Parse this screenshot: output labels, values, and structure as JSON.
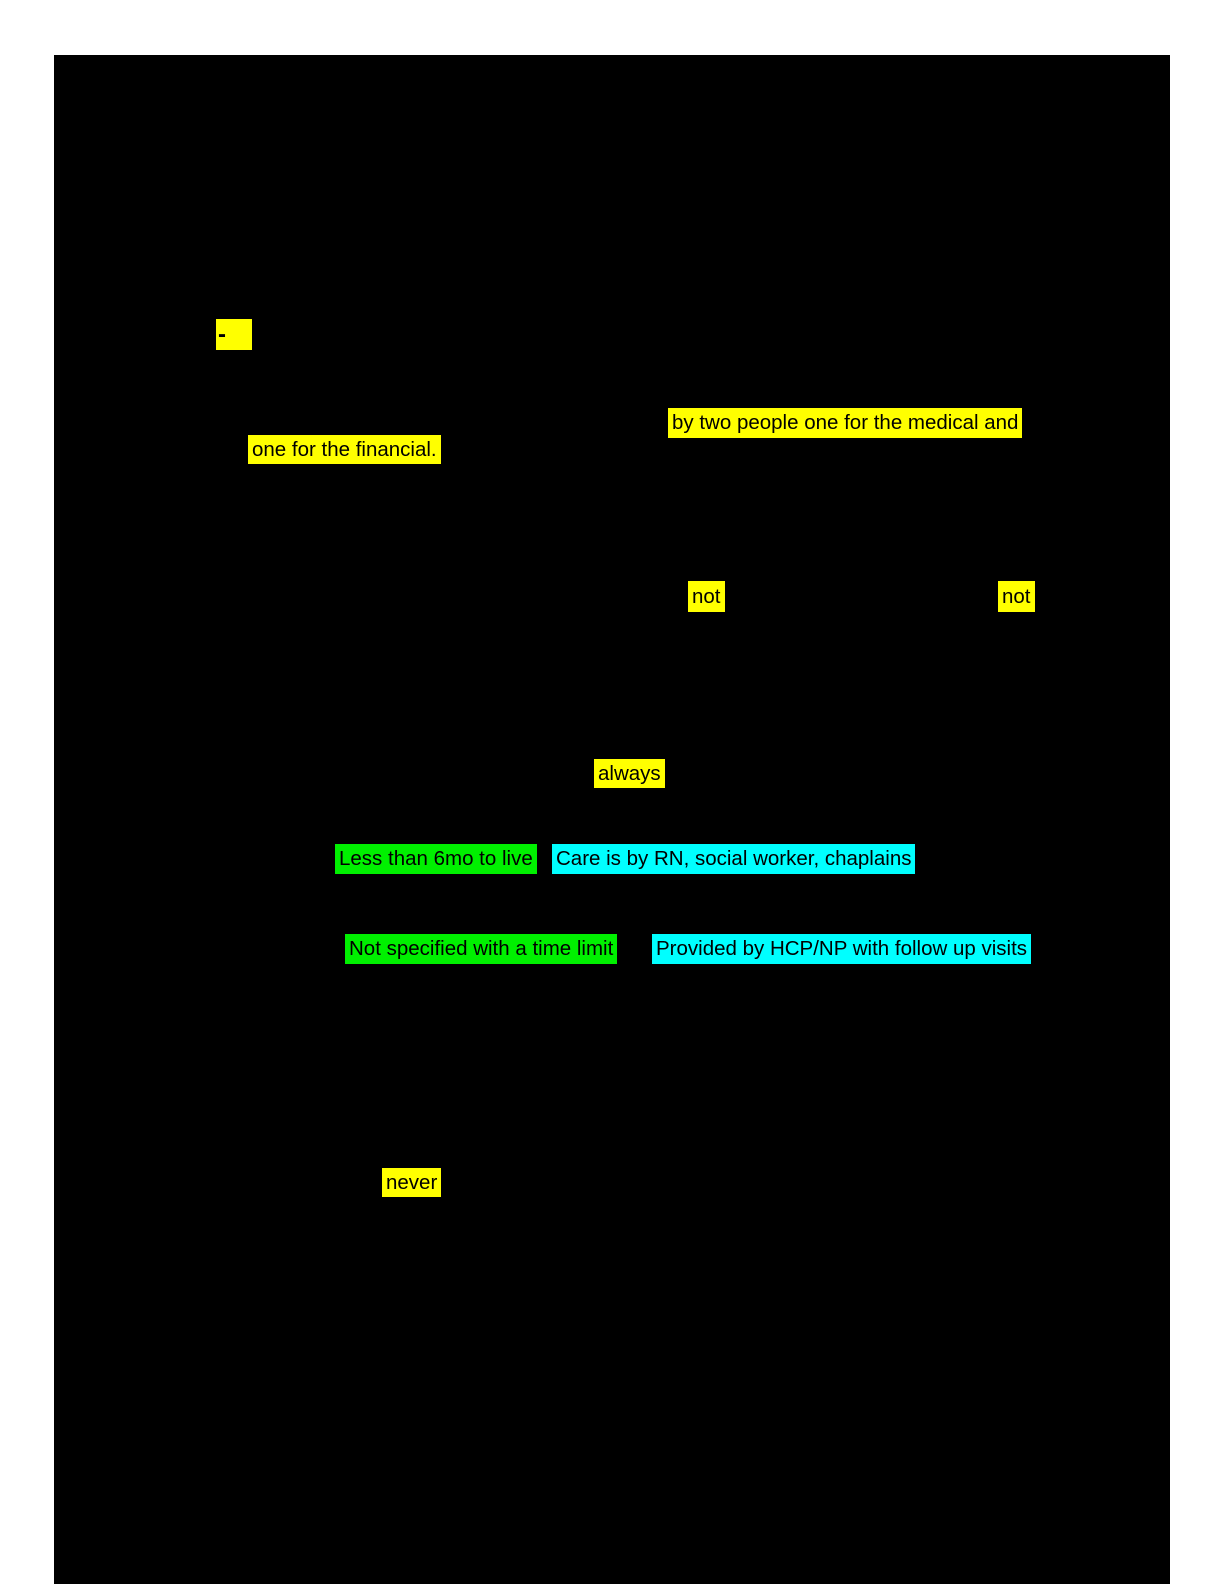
{
  "page": {
    "background_color": "#000000",
    "margin_color": "#ffffff",
    "description": "dark document page where only highlighted passages are visible"
  },
  "highlight_colors": {
    "yellow": "#ffff00",
    "green": "#00f000",
    "cyan": "#00ffff",
    "text": "#000000"
  },
  "highlights": {
    "dash_bullet": {
      "text": "-",
      "color": "yellow"
    },
    "medical_line": {
      "text": "by two people one for the medical and",
      "color": "yellow"
    },
    "financial_line": {
      "text": "one for the financial.",
      "color": "yellow"
    },
    "not_first": {
      "text": "not",
      "color": "yellow"
    },
    "not_second": {
      "text": "not",
      "color": "yellow"
    },
    "always_word": {
      "text": "always",
      "color": "yellow"
    },
    "hospice_duration": {
      "text": "Less than 6mo to live",
      "color": "green"
    },
    "hospice_care_team": {
      "text": "Care is by RN, social worker, chaplains",
      "color": "cyan"
    },
    "palliative_duration": {
      "text": "Not specified with a time limit",
      "color": "green"
    },
    "palliative_care_team": {
      "text": "Provided by HCP/NP with follow up visits",
      "color": "cyan"
    },
    "never_word": {
      "text": "never",
      "color": "yellow"
    }
  }
}
